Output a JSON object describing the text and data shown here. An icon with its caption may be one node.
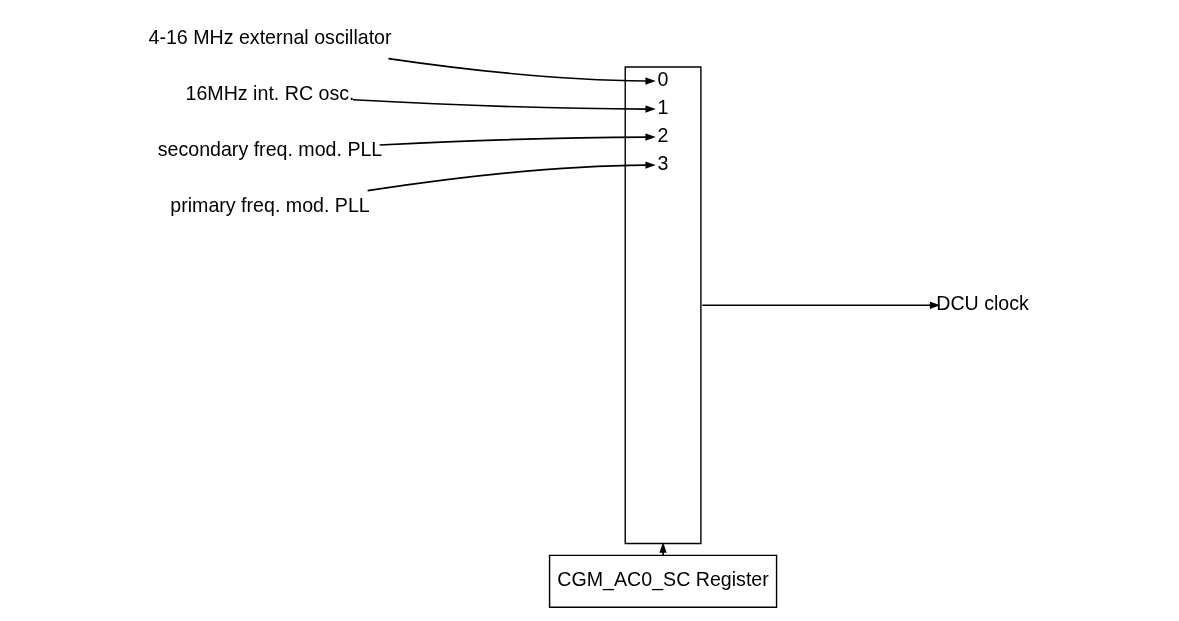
{
  "diagram": {
    "nodes": [
      {
        "text": [
          "4-16 MHz external oscillator"
        ]
      },
      {
        "text": [
          "16MHz int. RC osc."
        ]
      },
      {
        "text": [
          "secondary freq. mod. PLL"
        ]
      },
      {
        "text": [
          "primary freq. mod. PLL"
        ]
      },
      {
        "text": [
          "0",
          "1",
          "2",
          "3"
        ]
      },
      {
        "text": [
          "DCU clock"
        ]
      },
      {
        "text": [
          "CGM_AC0_SC Register"
        ]
      }
    ],
    "edges": [
      {
        "from": 0,
        "to": 4,
        "arrow": "to"
      },
      {
        "from": 1,
        "to": 4,
        "arrow": "to"
      },
      {
        "from": 2,
        "to": 4,
        "arrow": "to"
      },
      {
        "from": 3,
        "to": 4,
        "arrow": "to"
      },
      {
        "from": 4,
        "to": 5,
        "arrow": "to"
      },
      {
        "from": 6,
        "to": 4,
        "arrow": "to"
      }
    ]
  }
}
